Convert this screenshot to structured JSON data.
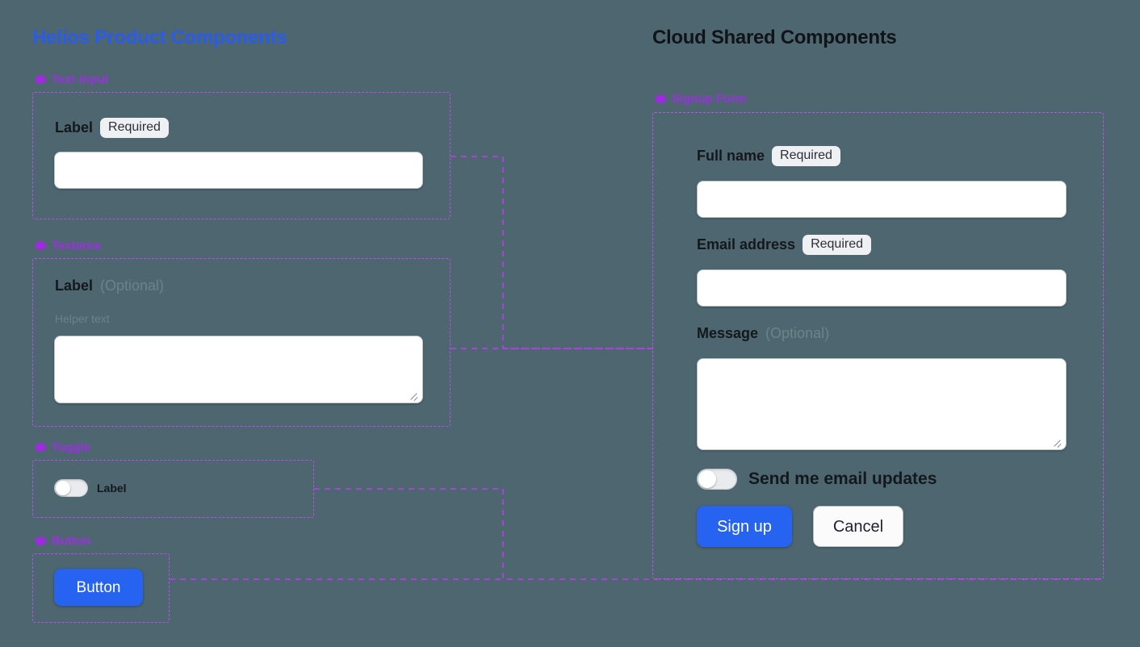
{
  "panels": {
    "left": {
      "title": "Helios Product Components",
      "title_color": "#2b5ce8",
      "sections": [
        {
          "heading": "Text Input",
          "icon": "diamond-icon",
          "label": "Label",
          "badge": "Required"
        },
        {
          "heading": "Textarea",
          "icon": "diamond-icon",
          "label": "Label",
          "optional": "(Optional)",
          "helper": "Helper text"
        },
        {
          "heading": "Toggle",
          "icon": "diamond-icon",
          "label": "Label",
          "state": "off"
        },
        {
          "heading": "Button",
          "icon": "diamond-icon",
          "label": "Button"
        }
      ]
    },
    "right": {
      "title": "Cloud Shared Components",
      "title_color": "#101418",
      "section": {
        "heading": "Signup Form",
        "icon": "diamond-icon"
      },
      "form": {
        "fields": [
          {
            "label": "Full name",
            "badge": "Required"
          },
          {
            "label": "Email address",
            "badge": "Required"
          },
          {
            "label": "Message",
            "optional": "(Optional)"
          }
        ],
        "toggle": {
          "label": "Send me email updates",
          "state": "off"
        },
        "actions": {
          "primary": "Sign up",
          "secondary": "Cancel"
        }
      }
    }
  },
  "theme": {
    "background": "#4d666f",
    "accent_purple": "#a02ae0",
    "card_border": "#b650e8",
    "connector": "#b23fe8",
    "primary_button": "#2563f0",
    "badge_background": "#eef0f3",
    "muted_text": "#6c838c"
  }
}
